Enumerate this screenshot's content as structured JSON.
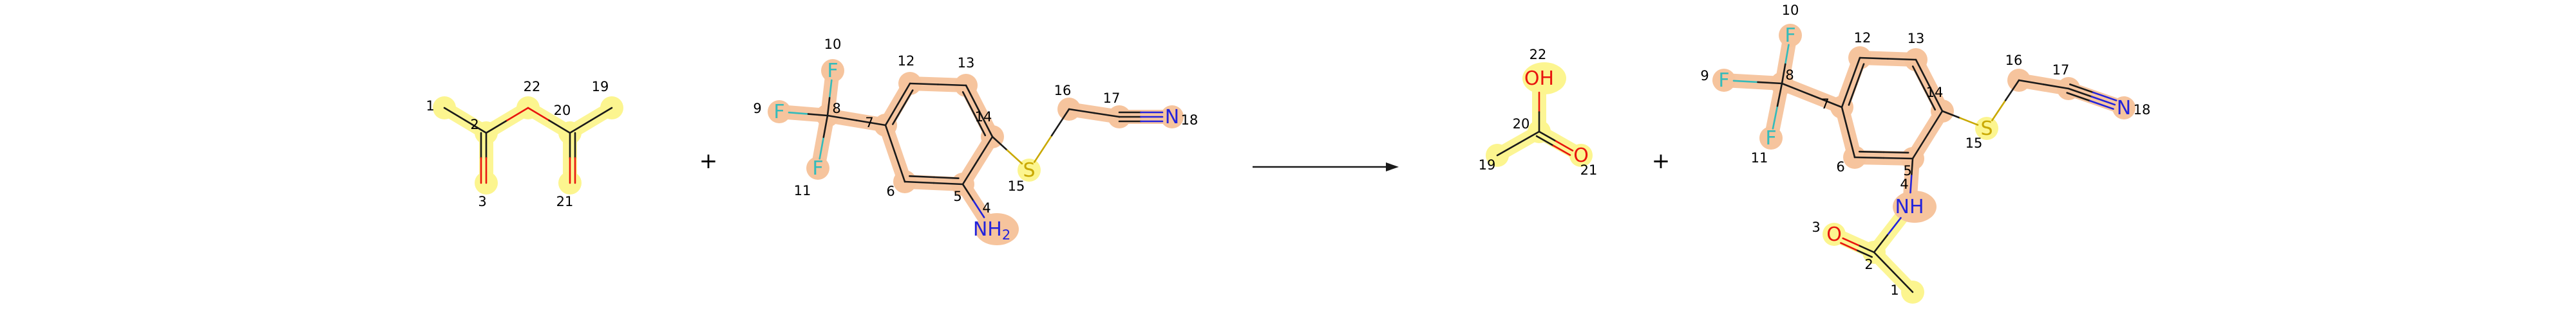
{
  "colors": {
    "yellow_highlight": "#fcf58f",
    "orange_highlight": "#f6c49d",
    "bond": "#1a1a1a",
    "oxygen": "#e8150e",
    "nitrogen": "#2323dc",
    "fluorine": "#33bbbb",
    "sulfur": "#c9a800"
  },
  "operators": {
    "plus": "+"
  },
  "molecules": [
    {
      "id": "acetic_anhydride",
      "atoms": [
        {
          "n": "1",
          "el": "C",
          "label": ""
        },
        {
          "n": "2",
          "el": "C",
          "label": ""
        },
        {
          "n": "3",
          "el": "O",
          "label": ""
        },
        {
          "n": "22",
          "el": "O",
          "label": ""
        },
        {
          "n": "20",
          "el": "C",
          "label": ""
        },
        {
          "n": "21",
          "el": "O",
          "label": ""
        },
        {
          "n": "19",
          "el": "C",
          "label": ""
        }
      ]
    },
    {
      "id": "aniline_reactant",
      "atoms": [
        {
          "n": "10",
          "el": "F",
          "label": "F"
        },
        {
          "n": "9",
          "el": "F",
          "label": "F"
        },
        {
          "n": "11",
          "el": "F",
          "label": "F"
        },
        {
          "n": "8",
          "el": "C",
          "label": ""
        },
        {
          "n": "7",
          "el": "C",
          "label": ""
        },
        {
          "n": "12",
          "el": "C",
          "label": ""
        },
        {
          "n": "13",
          "el": "C",
          "label": ""
        },
        {
          "n": "14",
          "el": "C",
          "label": ""
        },
        {
          "n": "5",
          "el": "C",
          "label": ""
        },
        {
          "n": "6",
          "el": "C",
          "label": ""
        },
        {
          "n": "4",
          "el": "N",
          "label": "NH2"
        },
        {
          "n": "15",
          "el": "S",
          "label": "S"
        },
        {
          "n": "16",
          "el": "C",
          "label": ""
        },
        {
          "n": "17",
          "el": "C",
          "label": ""
        },
        {
          "n": "18",
          "el": "N",
          "label": "N"
        }
      ]
    },
    {
      "id": "acetic_acid",
      "atoms": [
        {
          "n": "22",
          "el": "O",
          "label": "OH"
        },
        {
          "n": "20",
          "el": "C",
          "label": ""
        },
        {
          "n": "19",
          "el": "C",
          "label": ""
        },
        {
          "n": "21",
          "el": "O",
          "label": "O"
        }
      ]
    },
    {
      "id": "acetanilide_product",
      "atoms": [
        {
          "n": "10",
          "el": "F",
          "label": "F"
        },
        {
          "n": "9",
          "el": "F",
          "label": "F"
        },
        {
          "n": "11",
          "el": "F",
          "label": "F"
        },
        {
          "n": "8",
          "el": "C",
          "label": ""
        },
        {
          "n": "7",
          "el": "C",
          "label": ""
        },
        {
          "n": "12",
          "el": "C",
          "label": ""
        },
        {
          "n": "13",
          "el": "C",
          "label": ""
        },
        {
          "n": "14",
          "el": "C",
          "label": ""
        },
        {
          "n": "5",
          "el": "C",
          "label": ""
        },
        {
          "n": "6",
          "el": "C",
          "label": ""
        },
        {
          "n": "4",
          "el": "N",
          "label": "NH"
        },
        {
          "n": "15",
          "el": "S",
          "label": "S"
        },
        {
          "n": "16",
          "el": "C",
          "label": ""
        },
        {
          "n": "17",
          "el": "C",
          "label": ""
        },
        {
          "n": "18",
          "el": "N",
          "label": "N"
        },
        {
          "n": "3",
          "el": "O",
          "label": "O"
        },
        {
          "n": "2",
          "el": "C",
          "label": ""
        },
        {
          "n": "1",
          "el": "C",
          "label": ""
        }
      ]
    }
  ]
}
